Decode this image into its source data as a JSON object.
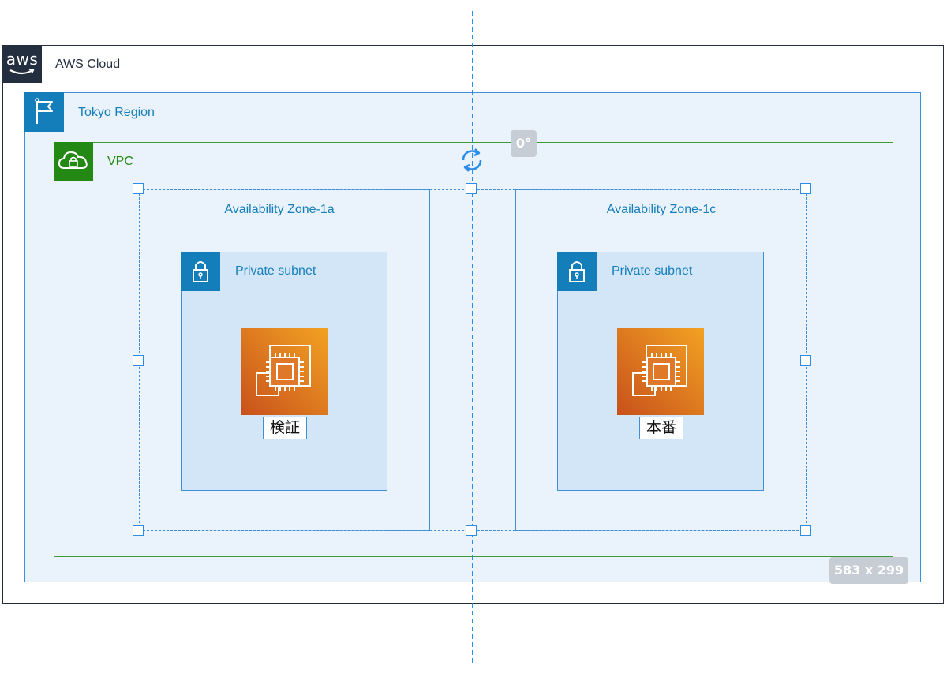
{
  "cloud": {
    "logo_text": "aws",
    "label": "AWS Cloud"
  },
  "region": {
    "label": "Tokyo Region"
  },
  "vpc": {
    "label": "VPC"
  },
  "zones": [
    {
      "label": "Availability Zone-1a",
      "subnet_label": "Private subnet",
      "instance_label": "検証"
    },
    {
      "label": "Availability Zone-1c",
      "subnet_label": "Private subnet",
      "instance_label": "本番"
    }
  ],
  "selection": {
    "angle_text": "0°",
    "size_text": "583 x 299"
  },
  "colors": {
    "aws_dark": "#232f3e",
    "region_blue": "#147eba",
    "vpc_green": "#248814",
    "selection_blue": "#2b8de8",
    "ec2_orange_start": "#c8511b",
    "ec2_orange_end": "#f2a223"
  },
  "icons": {
    "region": "flag-icon",
    "vpc": "cloud-lock-icon",
    "subnet": "padlock-icon",
    "instance": "ec2-instance-icon",
    "rotate": "rotate-icon"
  }
}
